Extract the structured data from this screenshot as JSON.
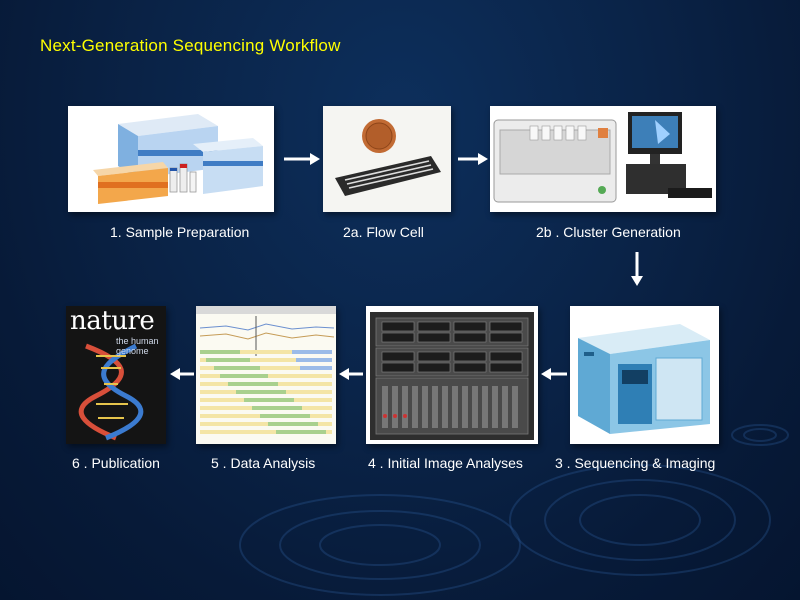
{
  "title": "Next-Generation Sequencing Workflow",
  "steps": [
    {
      "label": "1. Sample Preparation",
      "icon": "sample-kit-icon"
    },
    {
      "label": "2a. Flow Cell",
      "icon": "flow-cell-icon"
    },
    {
      "label": "2b . Cluster Generation",
      "icon": "cluster-station-icon"
    },
    {
      "label": "3 . Sequencing & Imaging",
      "icon": "sequencer-icon"
    },
    {
      "label": "4 . Initial Image Analyses",
      "icon": "server-rack-icon"
    },
    {
      "label": "5 . Data Analysis",
      "icon": "alignment-viewer-icon"
    },
    {
      "label": "6 . Publication",
      "icon": "journal-cover-icon"
    }
  ],
  "journal": {
    "masthead": "nature",
    "cover_text": "the human genome"
  },
  "colors": {
    "title": "#ffff00",
    "caption": "#ffffff",
    "background": "#0a2347"
  }
}
